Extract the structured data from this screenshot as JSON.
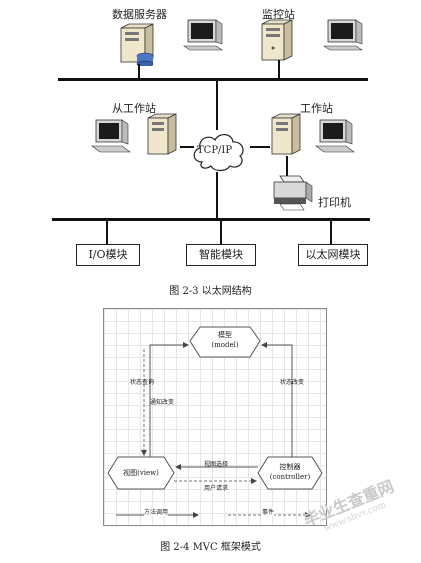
{
  "top_diagram": {
    "labels": {
      "data_server": "数据服务器",
      "monitor_station": "监控站",
      "slave_workstation": "从工作站",
      "workstation": "工作站",
      "network": "TCP/IP",
      "printer": "打印机"
    },
    "modules": [
      "I/O模块",
      "智能模块",
      "以太网模块"
    ],
    "caption": "图 2-3  以太网结构"
  },
  "mvc_diagram": {
    "nodes": {
      "model": [
        "模型",
        "(model)"
      ],
      "view": "视图(view)",
      "controller": [
        "控制器",
        "(controller)"
      ]
    },
    "edges": {
      "state_query": "状态查询",
      "change_notify": "通知改变",
      "state_change": "状态改变",
      "view_select": "视图选择",
      "user_request": "用户请求"
    },
    "legend": {
      "method_call": "方法调用",
      "event": "事件"
    },
    "caption": "图 2-4 MVC 框架模式"
  },
  "watermark": {
    "text": "毕业生查重网",
    "url": "www.sbvv.com"
  }
}
